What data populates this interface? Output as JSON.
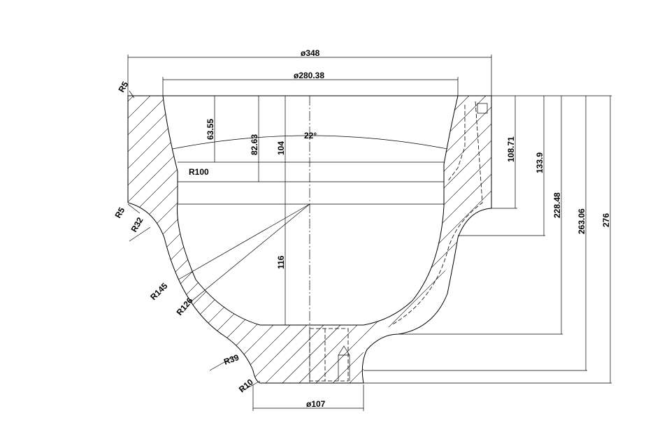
{
  "dimensions": {
    "outer_diameter": "ø348",
    "inner_top_diameter": "ø280.38",
    "bottom_diameter": "ø107",
    "depth_63": "63.55",
    "depth_82": "82.63",
    "depth_104": "104",
    "depth_116": "116",
    "height_108": "108.71",
    "height_133": "133.9",
    "height_228": "228.48",
    "height_263": "263.06",
    "height_276": "276",
    "angle": "22°"
  },
  "radii": {
    "r5_top": "R5",
    "r5_left": "R5",
    "r32": "R32",
    "r100": "R100",
    "r145": "R145",
    "r126": "R126",
    "r39": "R39",
    "r10": "R10"
  }
}
